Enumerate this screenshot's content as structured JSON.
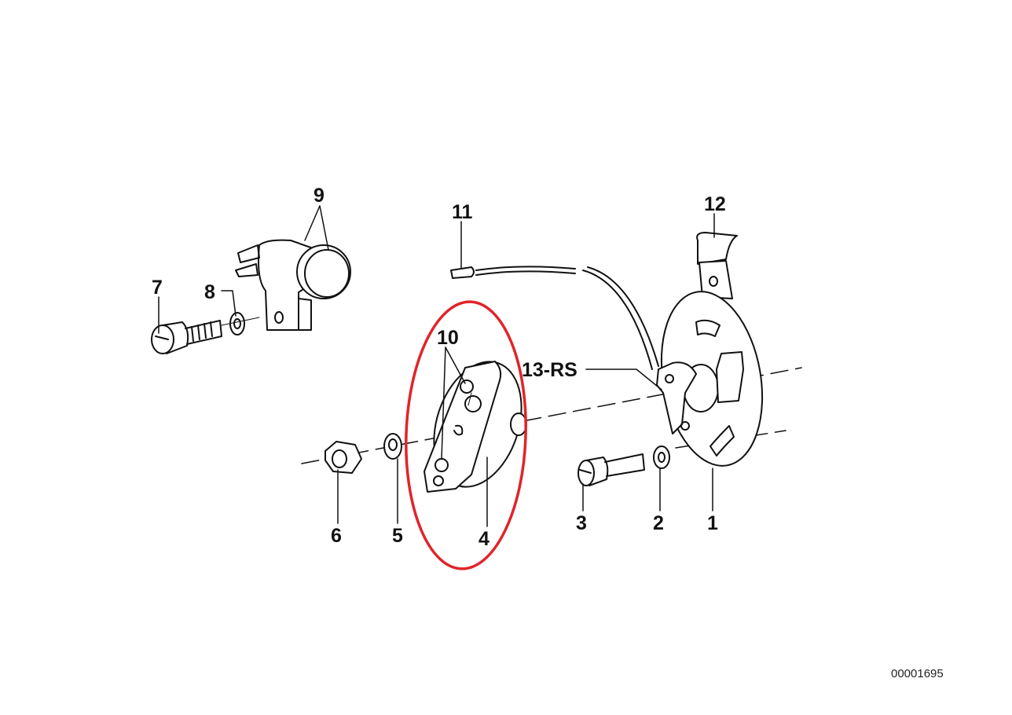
{
  "diagram": {
    "document_number": "00001695",
    "highlight_color": "#e0242b",
    "callouts": [
      {
        "id": "1",
        "label": "1"
      },
      {
        "id": "2",
        "label": "2"
      },
      {
        "id": "3",
        "label": "3"
      },
      {
        "id": "4",
        "label": "4"
      },
      {
        "id": "5",
        "label": "5"
      },
      {
        "id": "6",
        "label": "6"
      },
      {
        "id": "7",
        "label": "7"
      },
      {
        "id": "8",
        "label": "8"
      },
      {
        "id": "9",
        "label": "9"
      },
      {
        "id": "10",
        "label": "10"
      },
      {
        "id": "11",
        "label": "11"
      },
      {
        "id": "12",
        "label": "12"
      },
      {
        "id": "13",
        "label": "13-RS"
      }
    ],
    "highlighted_part": "4"
  }
}
